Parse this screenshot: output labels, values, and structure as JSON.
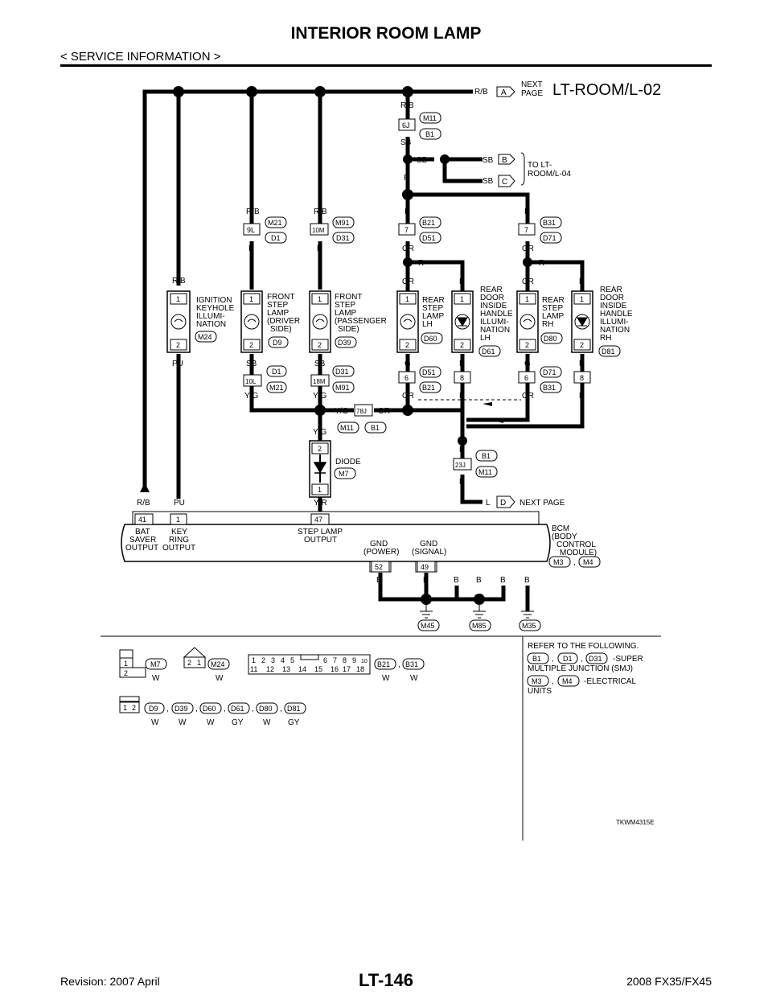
{
  "header": {
    "title": "INTERIOR ROOM LAMP",
    "breadcrumb": "< SERVICE INFORMATION >"
  },
  "diagram": {
    "id": "LT-ROOM/L-02",
    "top": {
      "r_b": "R/B",
      "a": "A",
      "next_page": [
        "NEXT",
        "PAGE"
      ],
      "j6j": "6J",
      "m11": "M11",
      "b1": "B1",
      "sb": "SB",
      "r": "R",
      "b": "B",
      "c": "C",
      "to_room": [
        "TO LT-",
        "ROOM/L-04"
      ]
    },
    "front": {
      "r_b": "R/B",
      "r": "R",
      "sb": "SB",
      "yg": "Y/G",
      "j9l": "9L",
      "m21": "M21",
      "d1": "D1",
      "j10m": "10M",
      "m91": "M91",
      "d31": "D31",
      "j10l": "10L",
      "j18m": "18M",
      "driver": [
        "FRONT",
        "STEP",
        "LAMP",
        "(DRIVER",
        "SIDE)"
      ],
      "d9": "D9",
      "passenger": [
        "FRONT",
        "STEP",
        "LAMP",
        "(PASSENGER",
        "SIDE)"
      ],
      "d39": "D39"
    },
    "ign": {
      "r_b": "R/B",
      "pu": "PU",
      "name": [
        "IGNITION",
        "KEYHOLE",
        "ILLUMI-",
        "NATION"
      ],
      "m24": "M24"
    },
    "rear_lh": {
      "r": "R",
      "or": "OR",
      "g": "G",
      "l": "L",
      "b21": "B21",
      "d51": "D51",
      "p7": "7",
      "p6": "6",
      "p8": "8",
      "step": [
        "REAR",
        "STEP",
        "LAMP",
        "LH"
      ],
      "d60": "D60",
      "door": [
        "REAR",
        "DOOR",
        "INSIDE",
        "HANDLE",
        "ILLUMI-",
        "NATION",
        "LH"
      ],
      "d61": "D61"
    },
    "rear_rh": {
      "r": "R",
      "or": "OR",
      "g": "G",
      "l": "L",
      "b31": "B31",
      "d71": "D71",
      "p7": "7",
      "p6": "6",
      "p8": "8",
      "step": [
        "REAR",
        "STEP",
        "LAMP",
        "RH"
      ],
      "d80": "D80",
      "door": [
        "REAR",
        "DOOR",
        "INSIDE",
        "HANDLE",
        "ILLUMI-",
        "NATION",
        "RH"
      ],
      "d81": "D81"
    },
    "mid": {
      "yg": "Y/G",
      "j78j": "78J",
      "or": "OR",
      "m11": "M11",
      "b1": "B1",
      "yr": "Y/R",
      "diode": "DIODE",
      "m7": "M7",
      "p1": "1",
      "p2": "2"
    },
    "right": {
      "l": "L",
      "j23j": "23J",
      "b1": "B1",
      "m11": "M11",
      "d": "D",
      "next_page": "NEXT PAGE"
    },
    "bcm": {
      "r_b": "R/B",
      "pu": "PU",
      "yr": "Y/R",
      "p41": "41",
      "p1": "1",
      "p47": "47",
      "bat": [
        "BAT",
        "SAVER",
        "OUTPUT"
      ],
      "key": [
        "KEY",
        "RING",
        "OUTPUT"
      ],
      "step": [
        "STEP LAMP",
        "OUTPUT"
      ],
      "gnd_power": [
        "GND",
        "(POWER)"
      ],
      "gnd_signal": [
        "GND",
        "(SIGNAL)"
      ],
      "p52": "52",
      "p49": "49",
      "name": [
        "BCM",
        "(BODY",
        "CONTROL",
        "MODULE)"
      ],
      "m3": "M3",
      "m4": "M4",
      "comma": ","
    },
    "ground": {
      "b": "B",
      "m45": "M45",
      "m85": "M85",
      "m35": "M35"
    },
    "pin": {
      "one": "1",
      "two": "2"
    }
  },
  "connectors": {
    "m7": {
      "pins": [
        "1",
        "2"
      ],
      "id": "M7",
      "color": "W"
    },
    "m24": {
      "pins": [
        "2",
        "1"
      ],
      "id": "M24",
      "color": "W"
    },
    "b21": {
      "top": [
        "1",
        "2",
        "3",
        "4",
        "5",
        "6",
        "7",
        "8",
        "9",
        "10"
      ],
      "bottom": [
        "11",
        "12",
        "13",
        "14",
        "15",
        "16",
        "17",
        "18"
      ],
      "ids": [
        "B21",
        "B31"
      ],
      "colors": [
        "W",
        "W"
      ],
      "comma": ","
    },
    "d9": {
      "pins": [
        "1",
        "2"
      ],
      "ids": [
        "D9",
        "D39",
        "D60",
        "D61",
        "D80",
        "D81"
      ],
      "colors": [
        "W",
        "W",
        "W",
        "GY",
        "W",
        "GY"
      ],
      "comma": ","
    }
  },
  "reference": {
    "heading": "REFER TO THE FOLLOWING.",
    "smj_ids": [
      "B1",
      "D1",
      "D31"
    ],
    "smj_text": [
      "-SUPER",
      "MULTIPLE JUNCTION (SMJ)"
    ],
    "eu_ids": [
      "M3",
      "M4"
    ],
    "eu_text": [
      "-ELECTRICAL",
      "UNITS"
    ],
    "comma": ","
  },
  "figure_code": "TKWM4315E",
  "footer": {
    "page": "LT-146",
    "revision": "Revision: 2007 April",
    "model": "2008 FX35/FX45"
  }
}
